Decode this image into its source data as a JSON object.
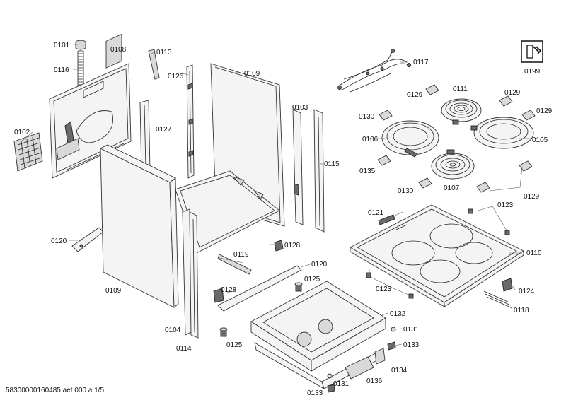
{
  "callouts": [
    {
      "id": "0101",
      "text": "0101"
    },
    {
      "id": "0108",
      "text": "0108"
    },
    {
      "id": "0113",
      "text": "0113"
    },
    {
      "id": "0116",
      "text": "0116"
    },
    {
      "id": "0126",
      "text": "0126"
    },
    {
      "id": "0109a",
      "text": "0109"
    },
    {
      "id": "0117",
      "text": "0117"
    },
    {
      "id": "0199",
      "text": "0199"
    },
    {
      "id": "0111",
      "text": "0111"
    },
    {
      "id": "0129a",
      "text": "0129"
    },
    {
      "id": "0129b",
      "text": "0129"
    },
    {
      "id": "0129c",
      "text": "0129"
    },
    {
      "id": "0103",
      "text": "0103"
    },
    {
      "id": "0130a",
      "text": "0130"
    },
    {
      "id": "0102",
      "text": "0102"
    },
    {
      "id": "0127",
      "text": "0127"
    },
    {
      "id": "0106",
      "text": "0106"
    },
    {
      "id": "0105",
      "text": "0105"
    },
    {
      "id": "0115",
      "text": "0115"
    },
    {
      "id": "0135",
      "text": "0135"
    },
    {
      "id": "0130b",
      "text": "0130"
    },
    {
      "id": "0107",
      "text": "0107"
    },
    {
      "id": "0129d",
      "text": "0129"
    },
    {
      "id": "0123a",
      "text": "0123"
    },
    {
      "id": "0121",
      "text": "0121"
    },
    {
      "id": "0120a",
      "text": "0120"
    },
    {
      "id": "0128a",
      "text": "0128"
    },
    {
      "id": "0110",
      "text": "0110"
    },
    {
      "id": "0119",
      "text": "0119"
    },
    {
      "id": "0120b",
      "text": "0120"
    },
    {
      "id": "0125a",
      "text": "0125"
    },
    {
      "id": "0109b",
      "text": "0109"
    },
    {
      "id": "0128b",
      "text": "0128"
    },
    {
      "id": "0123b",
      "text": "0123"
    },
    {
      "id": "0124",
      "text": "0124"
    },
    {
      "id": "0118",
      "text": "0118"
    },
    {
      "id": "0132",
      "text": "0132"
    },
    {
      "id": "0104",
      "text": "0104"
    },
    {
      "id": "0131a",
      "text": "0131"
    },
    {
      "id": "0125b",
      "text": "0125"
    },
    {
      "id": "0133a",
      "text": "0133"
    },
    {
      "id": "0114",
      "text": "0114"
    },
    {
      "id": "0134",
      "text": "0134"
    },
    {
      "id": "0136",
      "text": "0136"
    },
    {
      "id": "0131b",
      "text": "0131"
    },
    {
      "id": "0133b",
      "text": "0133"
    }
  ],
  "footer": {
    "text": "58300000160485 aet 000 a 1/5"
  }
}
